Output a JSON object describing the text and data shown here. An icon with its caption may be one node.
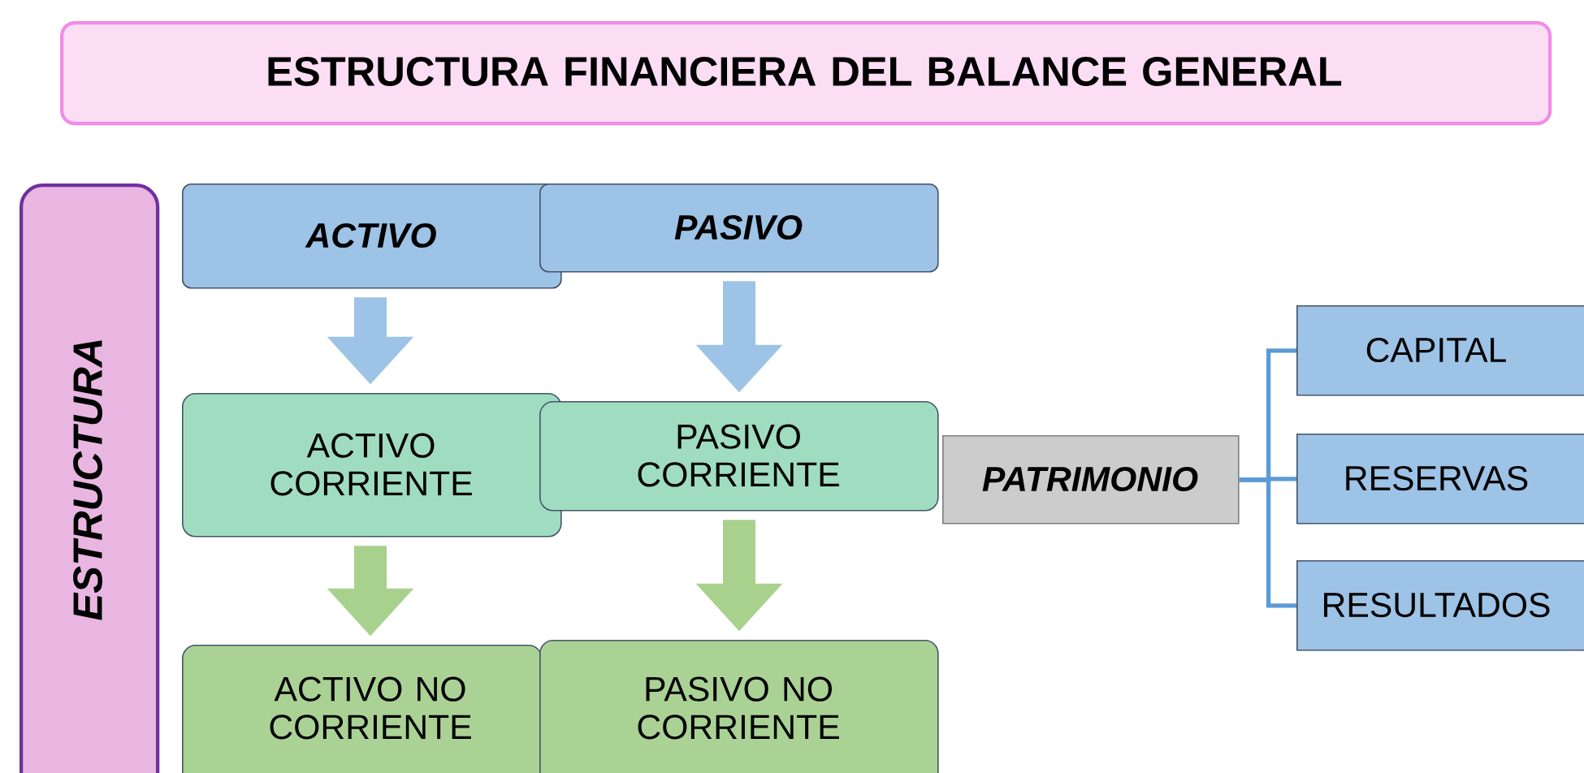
{
  "diagram": {
    "nodes": [
      {
        "text": [
          "ESTRUCTURA FINANCIERA DEL BALANCE GENERAL"
        ]
      },
      {
        "text": [
          "ESTRUCTURA"
        ]
      },
      {
        "text": [
          "ACTIVO"
        ]
      },
      {
        "text": [
          "PASIVO"
        ]
      },
      {
        "text": [
          "ACTIVO CORRIENTE"
        ]
      },
      {
        "text": [
          "PASIVO CORRIENTE"
        ]
      },
      {
        "text": [
          "PATRIMONIO"
        ]
      },
      {
        "text": [
          "ACTIVO NO CORRIENTE"
        ]
      },
      {
        "text": [
          "PASIVO NO CORRIENTE"
        ]
      },
      {
        "text": [
          "CAPITAL"
        ]
      },
      {
        "text": [
          "RESERVAS"
        ]
      },
      {
        "text": [
          "RESULTADOS"
        ]
      }
    ],
    "edges": [
      {
        "from": 2,
        "to": 4,
        "arrow": "to",
        "style": "thick",
        "color": "#9dc3e6"
      },
      {
        "from": 4,
        "to": 7,
        "arrow": "to",
        "style": "thick",
        "color": "#a9d18e"
      },
      {
        "from": 3,
        "to": 5,
        "arrow": "to",
        "style": "thick",
        "color": "#9dc3e6"
      },
      {
        "from": 5,
        "to": 8,
        "arrow": "to",
        "style": "thick",
        "color": "#a9d18e"
      },
      {
        "from": 6,
        "to": 9,
        "arrow": "none",
        "color": "#5b9bd5"
      },
      {
        "from": 6,
        "to": 10,
        "arrow": "none",
        "color": "#5b9bd5"
      },
      {
        "from": 6,
        "to": 11,
        "arrow": "none",
        "color": "#5b9bd5"
      }
    ]
  }
}
